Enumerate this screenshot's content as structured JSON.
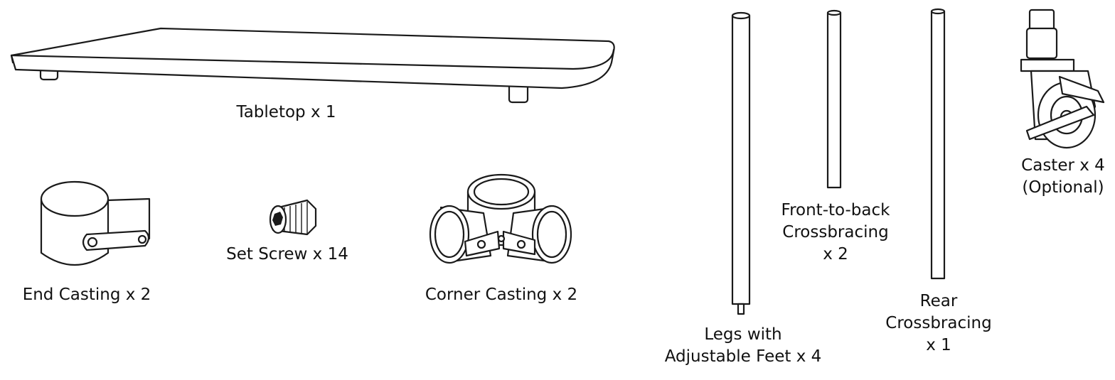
{
  "parts": {
    "tabletop": {
      "lines": [
        "Tabletop x 1"
      ]
    },
    "end_casting": {
      "lines": [
        "End Casting x 2"
      ]
    },
    "set_screw": {
      "lines": [
        "Set Screw x 14"
      ]
    },
    "corner_casting": {
      "lines": [
        "Corner Casting x 2"
      ]
    },
    "legs": {
      "lines": [
        "Legs with",
        "Adjustable Feet x 4"
      ]
    },
    "front_to_back": {
      "lines": [
        "Front-to-back",
        "Crossbracing",
        "x 2"
      ]
    },
    "rear_crossbracing": {
      "lines": [
        "Rear",
        "Crossbracing",
        "x 1"
      ]
    },
    "caster": {
      "lines": [
        "Caster x 4",
        "(Optional)"
      ]
    }
  }
}
